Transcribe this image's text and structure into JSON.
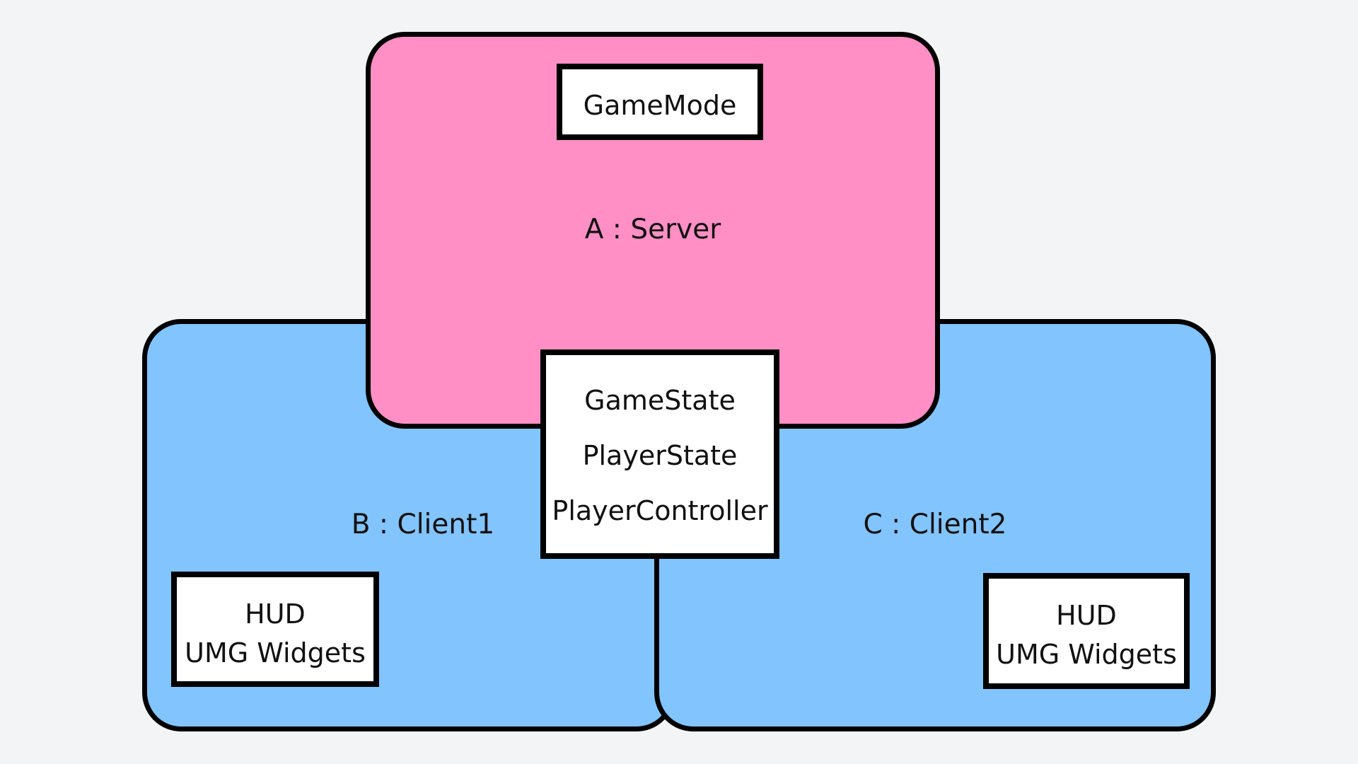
{
  "server": {
    "label": "A : Server",
    "color": "#ff8fc5",
    "component": "GameMode"
  },
  "client1": {
    "label": "B : Client1",
    "color": "#82c4fe",
    "hud": {
      "line1": "HUD",
      "line2": "UMG Widgets"
    }
  },
  "client2": {
    "label": "C : Client2",
    "color": "#82c4fe",
    "hud": {
      "line1": "HUD",
      "line2": "UMG Widgets"
    }
  },
  "shared": {
    "items": [
      "GameState",
      "PlayerState",
      "PlayerController"
    ]
  }
}
